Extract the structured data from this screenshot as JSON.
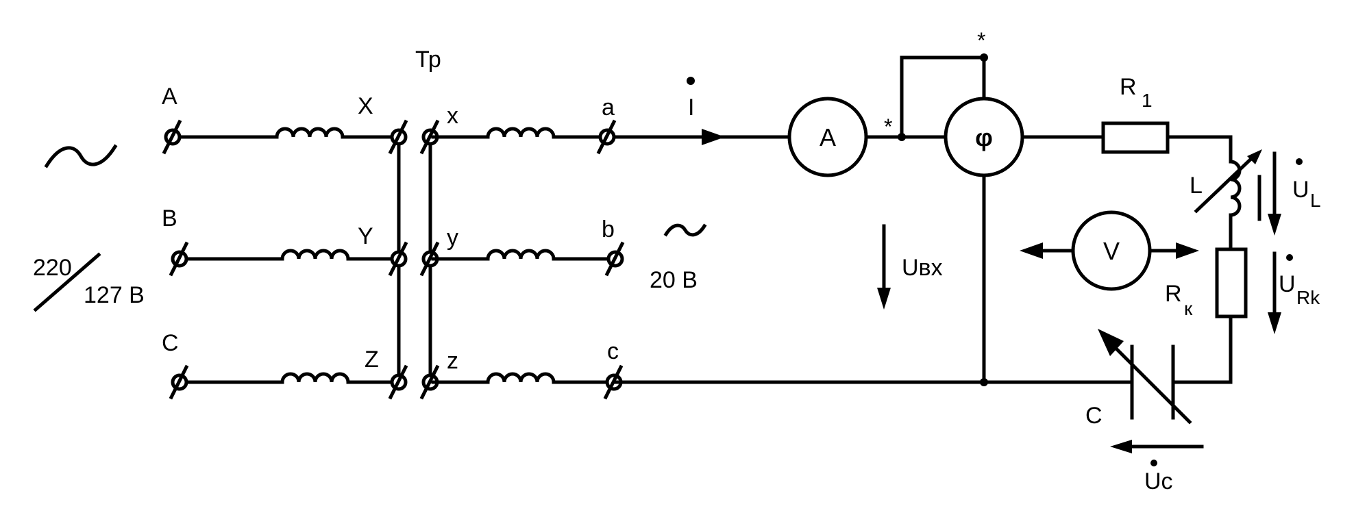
{
  "supply": {
    "tilde": "~",
    "voltage_top": "220",
    "voltage_bottom": "127 В"
  },
  "primary": {
    "A": "A",
    "B": "B",
    "C": "C",
    "X": "X",
    "Y": "Y",
    "Z": "Z"
  },
  "transformer": {
    "label": "Тр"
  },
  "secondary": {
    "x": "x",
    "y": "y",
    "z": "z",
    "a": "a",
    "b": "b",
    "c": "c"
  },
  "output": {
    "tilde": "~",
    "voltage": "20 В"
  },
  "current": {
    "label": "I"
  },
  "instruments": {
    "ammeter": "A",
    "phasemeter": "φ",
    "voltmeter": "V",
    "star": "*"
  },
  "components": {
    "R1": "R",
    "R1_sub": "1",
    "L": "L",
    "Rk": "R",
    "Rk_sub": "к",
    "C": "C"
  },
  "voltages": {
    "Uin": "Uвх",
    "UL": "U",
    "UL_sub": "L",
    "URk": "U",
    "URk_sub": "Rk",
    "Uc": "Uc"
  }
}
